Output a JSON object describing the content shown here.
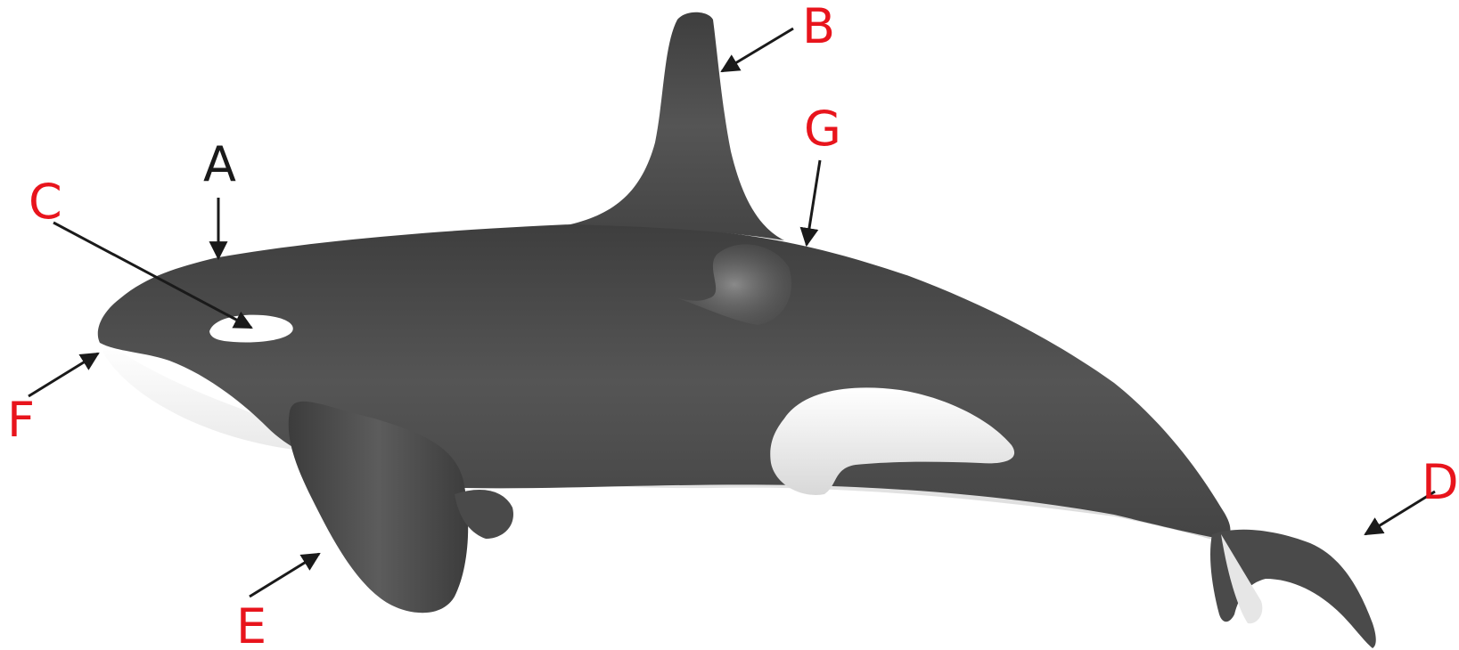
{
  "colors": {
    "label_red": "#e8141c",
    "label_black": "#1a1a1a",
    "body_dark": "#4a4a4a",
    "body_white": "#f4f4f4",
    "saddle_patch": "#7a7a7a",
    "arrow": "#1a1a1a"
  },
  "labels": {
    "A": "A",
    "B": "B",
    "C": "C",
    "D": "D",
    "E": "E",
    "F": "F",
    "G": "G"
  }
}
